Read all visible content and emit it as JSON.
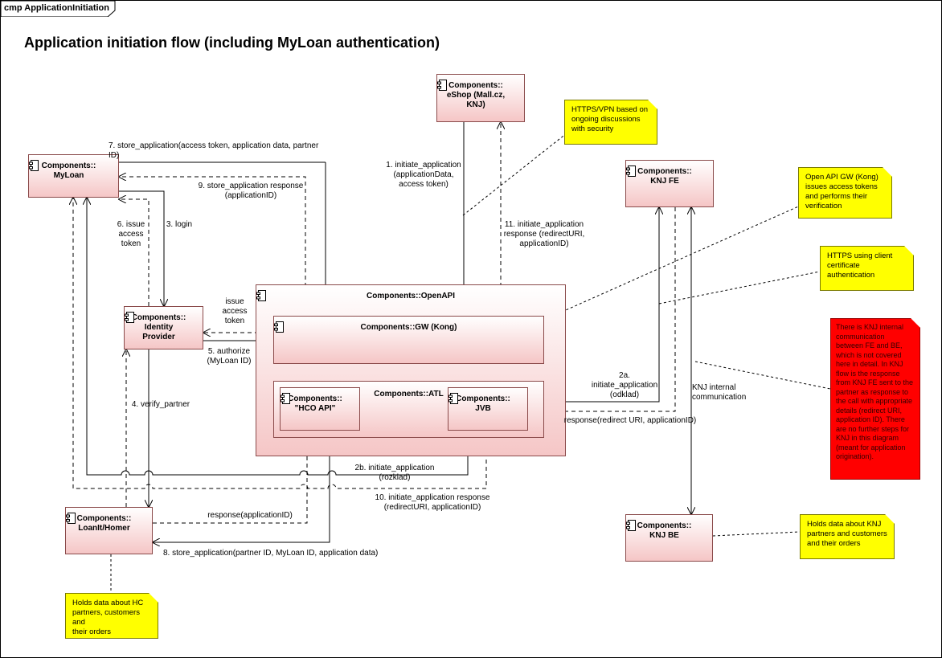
{
  "frame": {
    "label": "cmp ApplicationInitiation"
  },
  "title": "Application initiation flow (including MyLoan authentication)",
  "components": {
    "myloan": "Components::\nMyLoan",
    "identity_provider": "Components::\nIdentity\nProvider",
    "eshop": "Components::\neShop (Mall.cz,\nKNJ)",
    "knj_fe": "Components::\nKNJ FE",
    "knj_be": "Components::\nKNJ BE",
    "loanit_homer": "Components::\nLoanIt/Homer",
    "openapi": "Components::OpenAPI",
    "gw_kong": "Components::GW (Kong)",
    "atl": "Components::ATL",
    "hco_api": "Components::\n\"HCO API\"",
    "jvb": "Components::\nJVB"
  },
  "notes": {
    "https_vpn": "HTTPS/VPN based on\nongoing discussions\nwith security",
    "open_api_gw": "Open API GW (Kong)\nissues access tokens\nand performs their\nverification",
    "https_client_cert": "HTTPS using client\ncertificate\nauthentication",
    "knj_internal": "There is KNJ internal\ncommunication\nbetween FE and BE,\nwhich is not covered\nhere in detail. In KNJ\nflow is the response\nfrom KNJ FE sent to the\npartner as response to\nthe call with appropriate\ndetails (redirect URI,\napplication ID). There\nare no further steps for\nKNJ in this diagram\n(meant for application\norigination).",
    "knj_be_data": "Holds data about KNJ\npartners and customers\nand their orders",
    "hc_data": "Holds data about HC\npartners, customers and\ntheir orders"
  },
  "messages": {
    "m1": "1. initiate_application\n(applicationData,\naccess token)",
    "m2a": "2a.\ninitiate_application\n(odklad)",
    "m2b": "2b. initiate_application\n(rozklad)",
    "m3": "3. login",
    "m4": "4. verify_partner",
    "m5": "5. authorize\n(MyLoan ID)",
    "m6": "6. issue\naccess\ntoken",
    "m7": "7. store_application(access token, application data, partner\nID)",
    "m8": "8. store_application(partner ID, MyLoan ID, application data)",
    "m9": "9. store_application response\n(applicationID)",
    "m10": "10. initiate_application response\n(redirectURI, applicationID)",
    "m11": "11. initiate_application\nresponse (redirectURI,\napplicationID)",
    "issue_token": "issue\naccess\ntoken",
    "response_redirect": "response(redirect URI, applicationID)",
    "response_app": "response(applicationID)",
    "knj_internal_comm": "KNJ internal\ncommunication"
  }
}
